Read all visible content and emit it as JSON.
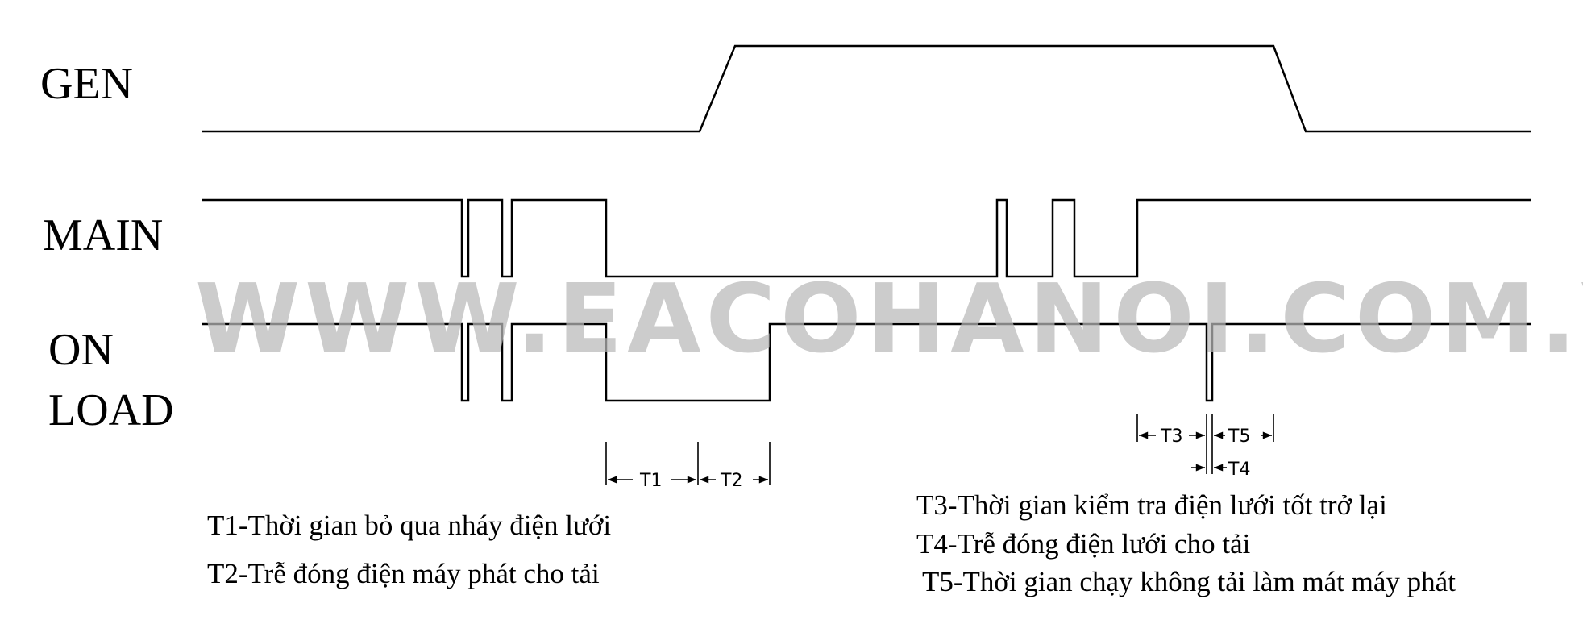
{
  "signals": {
    "gen": "GEN",
    "main": "MAIN",
    "on_load_line1": "ON",
    "on_load_line2": "LOAD"
  },
  "intervals": {
    "t1": "T1",
    "t2": "T2",
    "t3": "T3",
    "t4": "T4",
    "t5": "T5"
  },
  "legend": {
    "t1": "T1-Thời gian bỏ qua nháy điện lưới",
    "t2": "T2-Trễ đóng điện máy phát cho tải",
    "t3": "T3-Thời gian kiểm tra điện lưới tốt trở lại",
    "t4": "T4-Trễ đóng điện lưới cho tải",
    "t5": "T5-Thời gian chạy không tải làm mát máy phát"
  },
  "watermark": "WWW.EACOHANOI.COM.VN"
}
